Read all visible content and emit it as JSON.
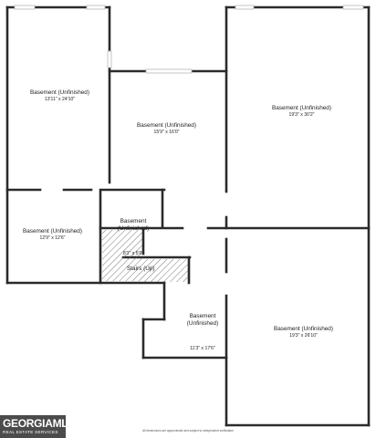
{
  "rooms": [
    {
      "name": "Basement (Unfinished)",
      "dims": "13'11\" x 24'10\""
    },
    {
      "name": "Basement (Unfinished)",
      "dims": "15'9\" x 16'0\""
    },
    {
      "name": "Basement (Unfinished)",
      "dims": "19'3\" x 30'2\""
    },
    {
      "name": "Basement\n(Unfinished)",
      "dims": "8'1\" x 5'0\""
    },
    {
      "name": "Basement (Unfinished)",
      "dims": "12'9\" x 12'6\""
    },
    {
      "name": "Basement\n(Unfinished)",
      "dims": "11'3\" x 17'6\""
    },
    {
      "name": "Basement (Unfinished)",
      "dims": "19'3\" x 26'10\""
    }
  ],
  "stairs_label": "Stairs (Up)",
  "disclaimer": "All dimensions are approximate and subject to independent verification",
  "logo": {
    "main": "GEORGIAMLS",
    "sub": "REAL ESTATE SERVICES",
    "color": "#4b4b4b"
  },
  "colors": {
    "wall": "#2b2b2b",
    "window": "#b8b8b8"
  }
}
